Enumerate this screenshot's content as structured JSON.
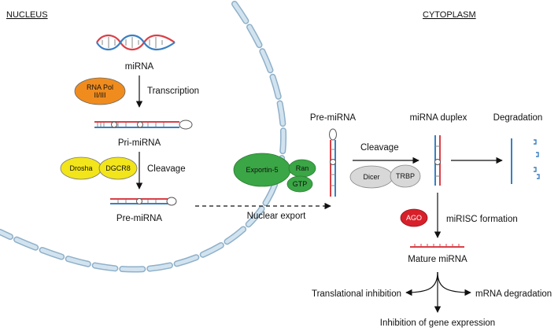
{
  "headers": {
    "nucleus": "NUCLEUS",
    "cytoplasm": "CYTOPLASM"
  },
  "labels": {
    "mirna": "miRNA",
    "transcription": "Transcription",
    "pri_mirna": "Pri-miRNA",
    "cleavage_nucleus": "Cleavage",
    "pre_mirna_nucleus": "Pre-miRNA",
    "nuclear_export": "Nuclear export",
    "pre_mirna_cytoplasm": "Pre-miRNA",
    "cleavage_cytoplasm": "Cleavage",
    "mirna_duplex": "miRNA duplex",
    "degradation": "Degradation",
    "mirisc_formation": "miRISC formation",
    "mature_mirna": "Mature miRNA",
    "translational_inhibition": "Translational inhibition",
    "mrna_degradation": "mRNA degradation",
    "inhibition_gene_expression": "Inhibition of gene expression"
  },
  "proteins": {
    "rna_pol_line1": "RNA Pol",
    "rna_pol_line2": "II/III",
    "drosha": "Drosha",
    "dgcr8": "DGCR8",
    "exportin5": "Exportin-5",
    "ran": "Ran",
    "gtp": "GTP",
    "dicer": "Dicer",
    "trbp": "TRBP",
    "ago": "AGO"
  },
  "colors": {
    "membrane": "#bcd4e6",
    "membrane_edge": "#8fb0c8",
    "rna_pol": "#f08c1e",
    "drosha_dgcr8": "#f2e51a",
    "exportin_ran": "#3aa645",
    "dicer_trbp": "#d8d8d8",
    "ago": "#d8202a",
    "rna_red": "#d94048",
    "rna_blue": "#3a7fc1"
  }
}
